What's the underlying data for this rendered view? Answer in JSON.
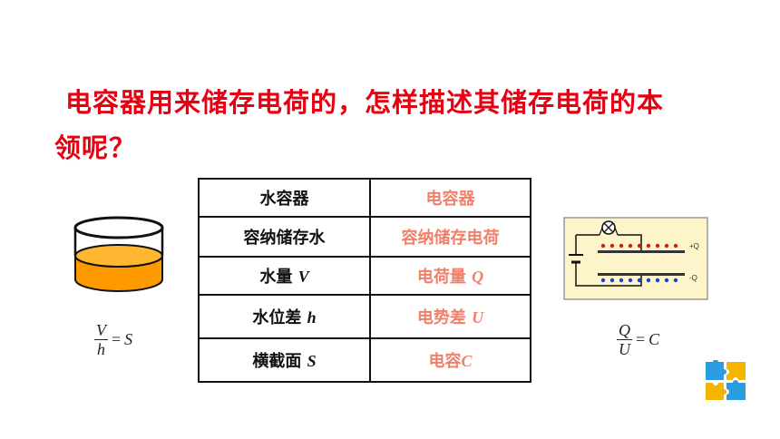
{
  "title": {
    "line1": " 电容器用来储存电荷的，怎样描述其储存电荷的本",
    "line2": "领呢？"
  },
  "table": {
    "rows": [
      {
        "left": "水容器",
        "left_sym": "",
        "right": "电容器",
        "right_sym": ""
      },
      {
        "left": "容纳储存水",
        "left_sym": "",
        "right": "容纳储存电荷",
        "right_sym": ""
      },
      {
        "left": "水量 ",
        "left_sym": "V",
        "right": "电荷量 ",
        "right_sym": "Q"
      },
      {
        "left": "水位差 ",
        "left_sym": "h",
        "right": "电势差 ",
        "right_sym": "U"
      },
      {
        "left": "横截面 ",
        "left_sym": "S",
        "right": "电容",
        "right_sym": "C"
      }
    ]
  },
  "formula_left": {
    "num": "V",
    "den": "h",
    "rhs": "S"
  },
  "formula_right": {
    "num": "Q",
    "den": "U",
    "rhs": "C"
  },
  "capacitor": {
    "plus_label": "+Q",
    "minus_label": "-Q"
  },
  "colors": {
    "title": "#e60012",
    "table_right": "#f0806a",
    "water": "#ff9900",
    "panel": "#fdf5c9"
  }
}
